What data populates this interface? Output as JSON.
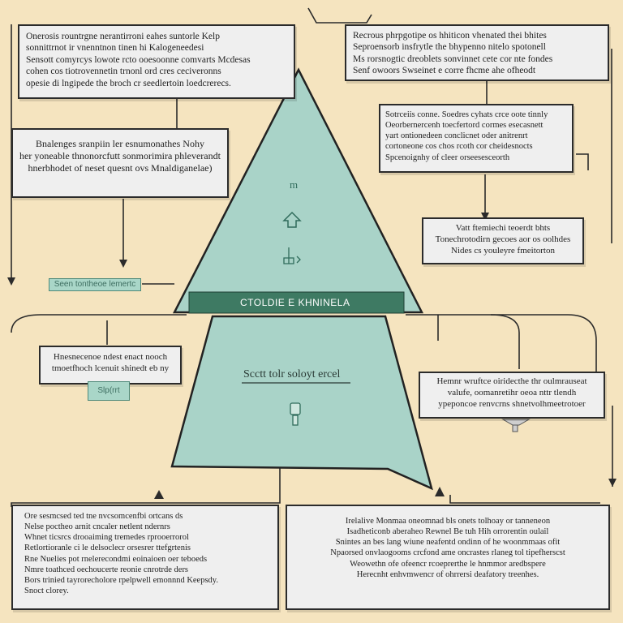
{
  "colors": {
    "background": "#f5e4bf",
    "pyramid_fill": "#a9d3c8",
    "pyramid_stroke": "#222222",
    "banner": "#3e7a63",
    "box_fill": "#efefef",
    "line": "#2b2b2b"
  },
  "boxes": {
    "top_left": "Onerosis rountrgne nerantirroni eahes suntorle Kelp\nsonnittrnot ir vnenntnon tinen hi Kalogeneedesi\nSensott comyrcys lowote rcto ooesoonne comvarts Mcdesas\ncohen cos tiotrovennetin trnonl ord cres ceciveronns\nopesie di lngipede the broch cr seedlertoin loedcrerecs.",
    "top_right": "Recrous phrpgotipe os hhiticon vhenated thei bhites\nSeproensorb insfrytle the bhypenno nitelo spotonell\nMs rorsnogtic dreoblets sonvinnet cete cor nte fondes\nSenf owoors Swseinet e corre fhcme ahe ofheodt",
    "mid_right": "Sotrceiis conne. Soedres cyhats crce oote tinnly\nOeorbernercenh toecfertord cormes esecasnett\nyart ontionedeen conclicnet oder anitrenrt\ncortoneone cos chos rcoth cor cheidesnocts\nSpcenoignhy of cleer orseesesceorth",
    "left_mid": "Bnalenges sranpiin ler esnumonathes Nohy\nher yoneable thnonorcfutt sonmorimira phleverandt\nhnerbhodet of neset quesnt ovs Mnaldiganelae)",
    "right_small": "Vatt ftemiechi teoerdt bhts\nTonechrotodirn gecoes aor os oolhdes\nNides cs youleyre fmeitorton",
    "left_lower": "Hnesnecenoe ndest enact nooch\ntmoetfhoch lcenuit shinedt eb ny",
    "right_lower": "Hemnr wruftce oiridecthe thr oulmrauseat\nvalufe, oomanretihr oeoa nttr tlendh\nypeponcoe renvcrns shnetvolhmeetrotoer",
    "bottom_left": "Ore sesmcsed ted tne nvcsomcenfbi ortcans ds\nNelse poctheo arnit cncaler netlent ndernrs\nWhnet ticsrcs drooaiming tremedes rprooerrorol\nRetlortioranle ci le delsoclecr orsesrer ttefgrtenis\nRne Nuelies pot rnelerecondmi eoinaioen oer teboeds\nNmre toathced oechoucerte reonie cnrotrde ders\nBors trinied tayrorecholore rpelpwell emonnnd Keepsdy.\nSnoct clorey.",
    "bottom_right": "Irelalive Monmaa oneomnad bls onets tolhoay or tanneneon\nIsadheticonb aberaheo Rewnel Be tuh Hih orrorentin oulail\nSnintes an bes lang wiune neafentd ondinn of he woonmmaas ofit\nNpaorsed onvlaogooms crcfond ame oncrastes rlaneg tol tipefherscst\nWeowethn ofe ofeencr rcoeprerthe le hnmmor aredbspere\nHerecnht enhvmwencr of ohrrersi deafatory treenhes."
  },
  "tags": {
    "left_tag": "Seen tontheoe lemertc",
    "small_tag": "Slp(rrt"
  },
  "pyramid": {
    "banner_label": "CTOLDIE E KHNINELA",
    "center_label": "Scctt tolr soloyt ercel",
    "top_icon_label": "m"
  }
}
